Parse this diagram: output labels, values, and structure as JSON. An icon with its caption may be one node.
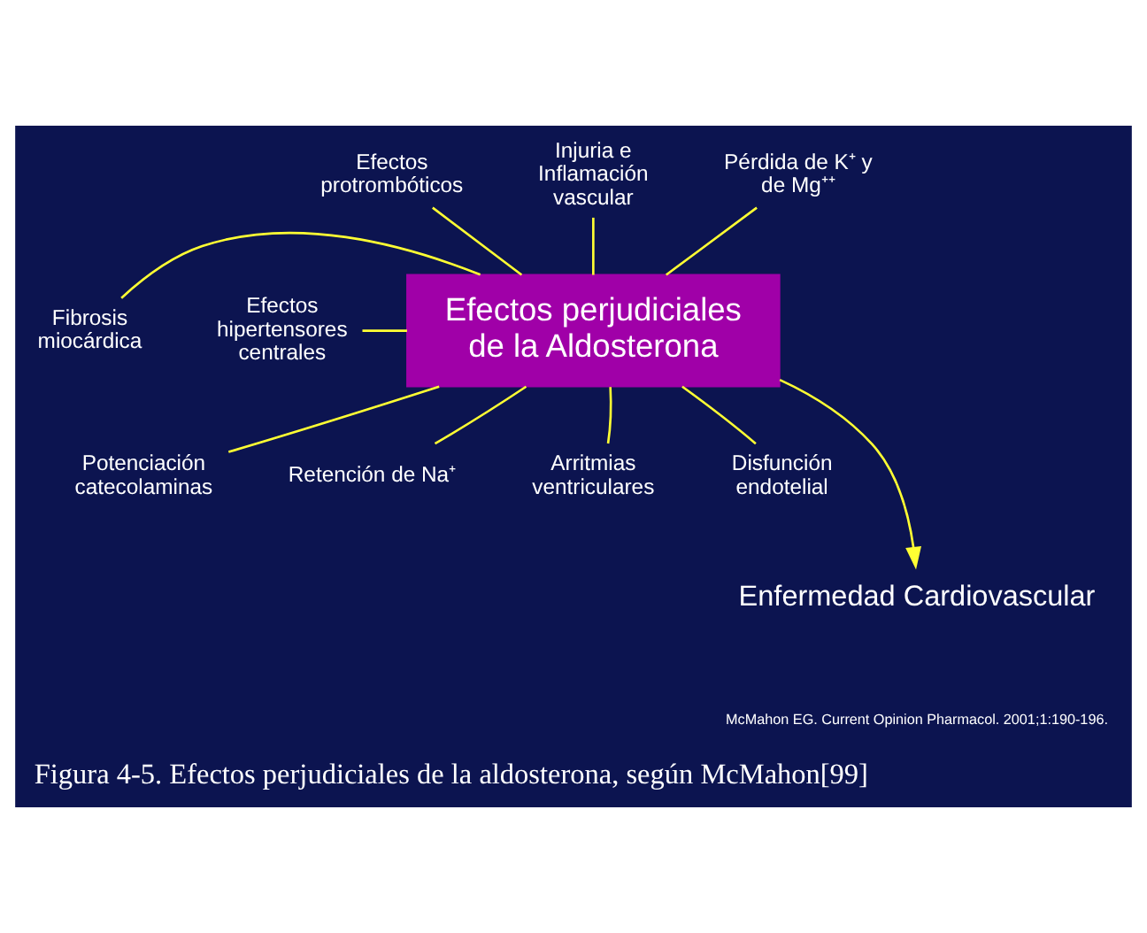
{
  "diagram": {
    "caption": "Figura 4-5. Efectos perjudiciales de la aldosterona, según McMahon[99]",
    "nodes": [
      {
        "text": [
          "Efectos protrombóticos"
        ]
      },
      {
        "text": [
          "Injuria e Inflamación vascular"
        ]
      },
      {
        "text": [
          "Pérdida de K⁺ y de Mg⁺⁺"
        ]
      },
      {
        "text": [
          "Fibrosis miocárdica"
        ]
      },
      {
        "text": [
          "Efectos perjudiciales de la Aldosterona"
        ]
      },
      {
        "text": [
          "Efectos hipertensores centrales"
        ]
      },
      {
        "text": [
          "Potenciación catecolaminas"
        ]
      },
      {
        "text": [
          "Retención de Na⁺"
        ]
      },
      {
        "text": [
          "Arritmias ventriculares"
        ]
      },
      {
        "text": [
          "Disfunción endotelial"
        ]
      },
      {
        "text": [
          "Enfermedad Cardiovascular"
        ]
      }
    ],
    "edges": [
      {
        "from": 0,
        "to": 4,
        "arrow": "none"
      },
      {
        "from": 1,
        "to": 4,
        "arrow": "none"
      },
      {
        "from": 2,
        "to": 4,
        "arrow": "none"
      },
      {
        "from": 3,
        "to": 4,
        "arrow": "none"
      },
      {
        "from": 5,
        "to": 4,
        "arrow": "none"
      },
      {
        "from": 6,
        "to": 4,
        "arrow": "none"
      },
      {
        "from": 7,
        "to": 4,
        "arrow": "none"
      },
      {
        "from": 8,
        "to": 4,
        "arrow": "none"
      },
      {
        "from": 9,
        "to": 4,
        "arrow": "none"
      },
      {
        "from": 4,
        "to": 10,
        "arrow": "to"
      }
    ],
    "labels": [
      "McMahon EG. Current Opinion Pharmacol. 2001;1:190-196."
    ]
  }
}
